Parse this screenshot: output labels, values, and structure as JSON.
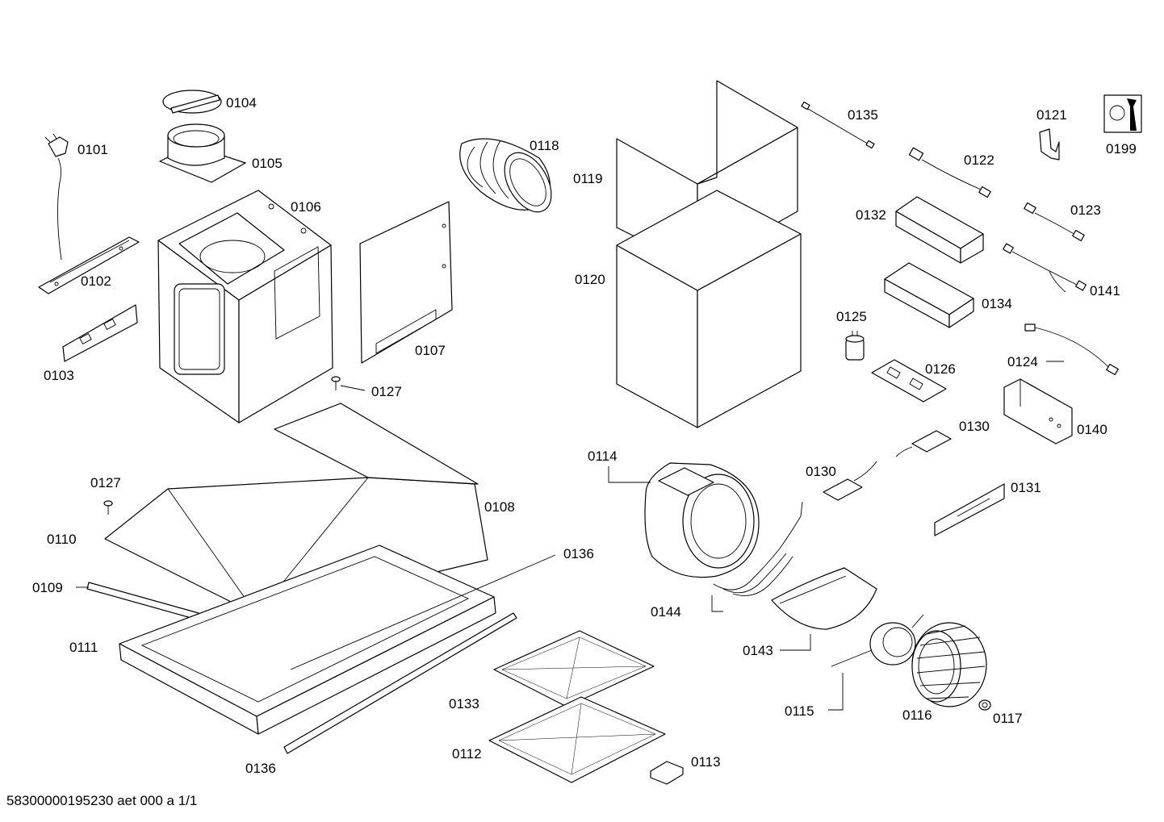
{
  "diagram": {
    "part_labels": {
      "p0101": "0101",
      "p0102": "0102",
      "p0103": "0103",
      "p0104": "0104",
      "p0105": "0105",
      "p0106": "0106",
      "p0107": "0107",
      "p0108": "0108",
      "p0109": "0109",
      "p0110": "0110",
      "p0111": "0111",
      "p0112": "0112",
      "p0113": "0113",
      "p0114": "0114",
      "p0115": "0115",
      "p0116": "0116",
      "p0117": "0117",
      "p0118": "0118",
      "p0119": "0119",
      "p0120": "0120",
      "p0121": "0121",
      "p0122": "0122",
      "p0123": "0123",
      "p0124": "0124",
      "p0125": "0125",
      "p0126": "0126",
      "p0127a": "0127",
      "p0127b": "0127",
      "p0130a": "0130",
      "p0130b": "0130",
      "p0131": "0131",
      "p0132": "0132",
      "p0133": "0133",
      "p0134": "0134",
      "p0135": "0135",
      "p0136a": "0136",
      "p0136b": "0136",
      "p0140": "0140",
      "p0141": "0141",
      "p0143": "0143",
      "p0144": "0144",
      "p0199": "0199"
    },
    "footer_code": "58300000195230 aet 000 a 1/1"
  }
}
